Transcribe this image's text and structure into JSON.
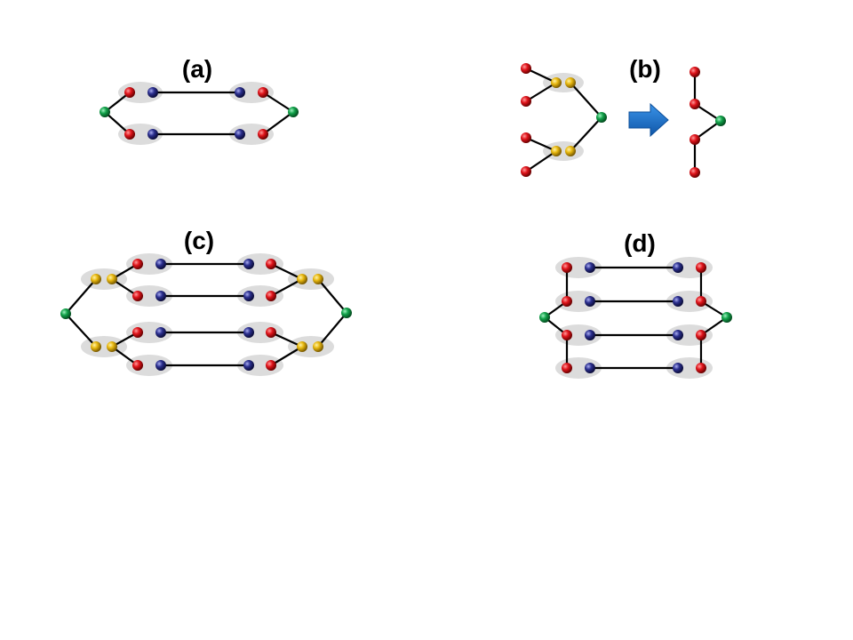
{
  "labels": {
    "a": "(a)",
    "b": "(b)",
    "c": "(c)",
    "d": "(d)"
  },
  "colors": {
    "red": "#e0141b",
    "blue": "#2b2f8e",
    "green": "#12a24a",
    "yellow": "#e8b80f",
    "bond": "#000000",
    "shade": "#dcdcdc",
    "arrow": "#1a6fc4"
  }
}
